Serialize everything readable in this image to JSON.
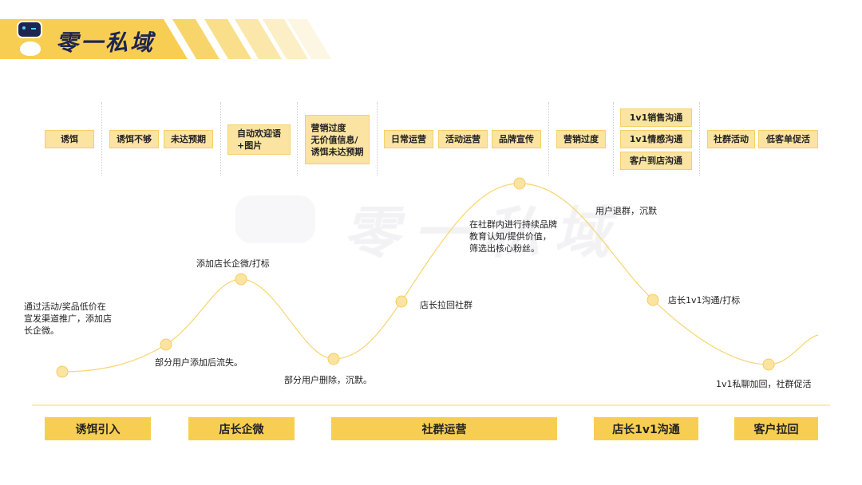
{
  "brand": {
    "title": "零一私域",
    "watermark": "零一私域"
  },
  "top_tags": [
    {
      "text": "诱饵"
    },
    {
      "text": "诱饵不够"
    },
    {
      "text": "未达预期"
    },
    {
      "text": "自动欢迎语\n+图片"
    },
    {
      "text": "营销过度\n无价值信息/\n诱饵未达预期"
    },
    {
      "text": "日常运营"
    },
    {
      "text": "活动运营"
    },
    {
      "text": "品牌宣传"
    },
    {
      "text": "营销过度"
    },
    {
      "text": "1v1销售沟通"
    },
    {
      "text": "1v1情感沟通"
    },
    {
      "text": "客户到店沟通"
    },
    {
      "text": "社群活动"
    },
    {
      "text": "低客单促活"
    }
  ],
  "notes": [
    {
      "text": "通过活动/奖品低价在\n宣发渠道推广，添加店\n长企微。"
    },
    {
      "text": "部分用户添加后流失。"
    },
    {
      "text": "添加店长企微/打标"
    },
    {
      "text": "部分用户删除，沉默。"
    },
    {
      "text": "店长拉回社群"
    },
    {
      "text": "在社群内进行持续品牌\n教育认知/提供价值，\n筛选出核心粉丝。"
    },
    {
      "text": "用户退群，沉默"
    },
    {
      "text": "店长1v1沟通/打标"
    },
    {
      "text": "1v1私聊加回，社群促活"
    }
  ],
  "stages": [
    {
      "text": "诱饵引入"
    },
    {
      "text": "店长企微"
    },
    {
      "text": "社群运营"
    },
    {
      "text": "店长1v1沟通"
    },
    {
      "text": "客户拉回"
    }
  ],
  "colors": {
    "accent": "#f7ce52",
    "tag_bg": "#fbe4a2",
    "navy": "#1d2550"
  }
}
